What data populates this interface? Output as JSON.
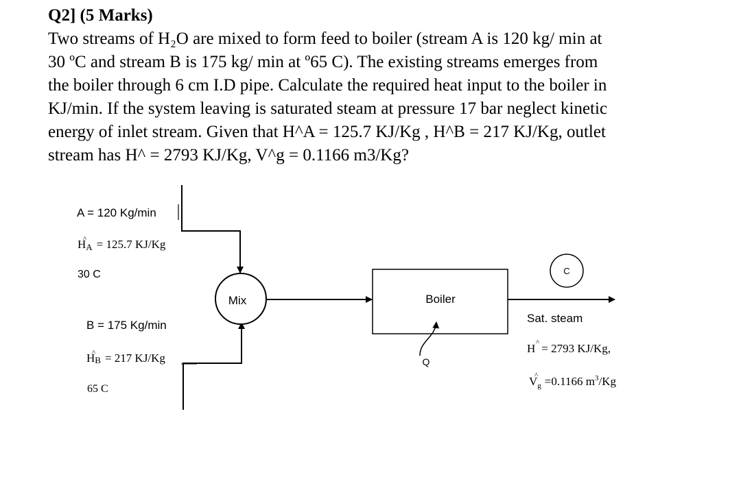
{
  "question": {
    "heading": "Q2] (5 Marks)",
    "lines": [
      "Two streams of H₂O are mixed to form feed to boiler (stream A is 120 kg/ min at",
      "30 ºC and stream B is 175 kg/ min at º65 C). The existing streams emerges from",
      "the boiler through 6 cm I.D pipe. Calculate the required heat input to the boiler in",
      "KJ/min. If the system leaving is saturated steam at pressure 17 bar neglect kinetic",
      "energy of inlet stream. Given that H^A = 125.7 KJ/Kg , H^B = 217 KJ/Kg, outlet",
      "stream has H^ = 2793 KJ/Kg, V^g = 0.1166 m3/Kg?"
    ]
  },
  "diagram": {
    "stream_a": {
      "flow": "A = 120 Kg/min",
      "enthalpy_symbol": "H",
      "enthalpy_sub": "A",
      "enthalpy_value": "= 125.7 KJ/Kg",
      "temperature": "30 C"
    },
    "stream_b": {
      "flow": "B = 175 Kg/min",
      "enthalpy_symbol": "H",
      "enthalpy_sub": "B",
      "enthalpy_value": "= 217 KJ/Kg",
      "temperature": "65 C"
    },
    "mixer_label": "Mix",
    "boiler_label": "Boiler",
    "heat_label": "Q",
    "stream_c_label": "C",
    "outlet": {
      "state": "Sat. steam",
      "enthalpy_symbol": "H",
      "enthalpy_value": "= 2793 KJ/Kg,",
      "volume_symbol": "V",
      "volume_sub": "g",
      "volume_value": "=0.1166 m",
      "volume_exp": "3",
      "volume_unit": "/Kg"
    }
  }
}
